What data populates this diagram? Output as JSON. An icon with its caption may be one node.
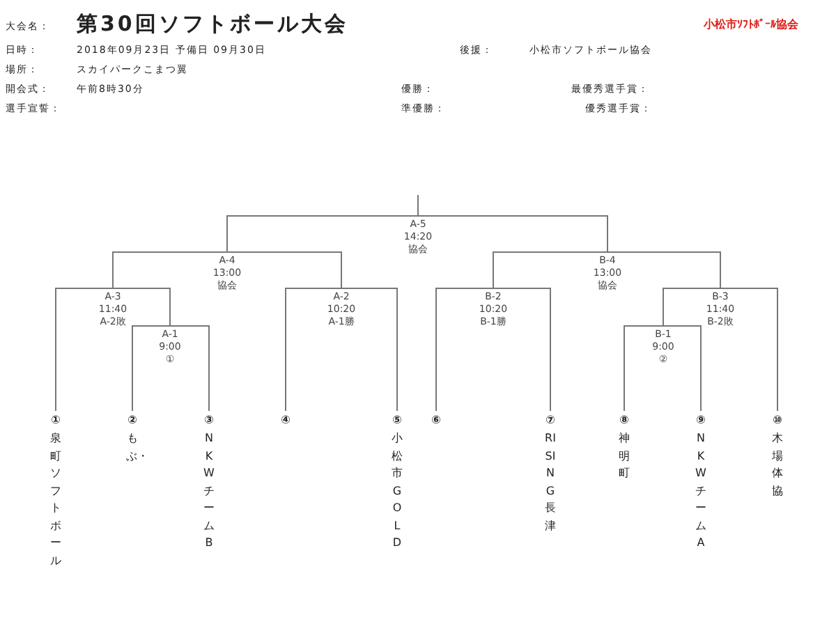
{
  "diagram": {
    "title": "第30回ソフトボール大会",
    "nodes": [
      {
        "text": [
          "①",
          "泉町ソフトボール"
        ]
      },
      {
        "text": [
          "②",
          "もぶ・"
        ]
      },
      {
        "text": [
          "③",
          "NKWチームB"
        ]
      },
      {
        "text": [
          "④"
        ]
      },
      {
        "text": [
          "⑤",
          "小松市GOLD"
        ]
      },
      {
        "text": [
          "⑥"
        ]
      },
      {
        "text": [
          "⑦",
          "RISING長津"
        ]
      },
      {
        "text": [
          "⑧",
          "神明町"
        ]
      },
      {
        "text": [
          "⑨",
          "NKWチームA"
        ]
      },
      {
        "text": [
          "⑩",
          "木場体協"
        ]
      },
      {
        "text": [
          "A-1",
          "9:00",
          "①"
        ]
      },
      {
        "text": [
          "A-3",
          "11:40",
          "A-2敗"
        ]
      },
      {
        "text": [
          "A-2",
          "10:20",
          "A-1勝"
        ]
      },
      {
        "text": [
          "A-4",
          "13:00",
          "協会"
        ]
      },
      {
        "text": [
          "A-5",
          "14:20",
          "協会"
        ]
      },
      {
        "text": [
          "B-2",
          "10:20",
          "B-1勝"
        ]
      },
      {
        "text": [
          "B-1",
          "9:00",
          "②"
        ]
      },
      {
        "text": [
          "B-3",
          "11:40",
          "B-2敗"
        ]
      },
      {
        "text": [
          "B-4",
          "13:00",
          "協会"
        ]
      }
    ],
    "edges": [
      {
        "from": 0,
        "to": 11,
        "arrow": "none"
      },
      {
        "from": 1,
        "to": 10,
        "arrow": "none"
      },
      {
        "from": 2,
        "to": 10,
        "arrow": "none"
      },
      {
        "from": 10,
        "to": 11,
        "arrow": "none"
      },
      {
        "from": 11,
        "to": 13,
        "arrow": "none"
      },
      {
        "from": 3,
        "to": 12,
        "arrow": "none"
      },
      {
        "from": 4,
        "to": 12,
        "arrow": "none"
      },
      {
        "from": 12,
        "to": 13,
        "arrow": "none"
      },
      {
        "from": 13,
        "to": 14,
        "arrow": "none"
      },
      {
        "from": 5,
        "to": 15,
        "arrow": "none"
      },
      {
        "from": 6,
        "to": 15,
        "arrow": "none"
      },
      {
        "from": 15,
        "to": 18,
        "arrow": "none"
      },
      {
        "from": 7,
        "to": 16,
        "arrow": "none"
      },
      {
        "from": 8,
        "to": 16,
        "arrow": "none"
      },
      {
        "from": 16,
        "to": 17,
        "arrow": "none"
      },
      {
        "from": 9,
        "to": 17,
        "arrow": "none"
      },
      {
        "from": 17,
        "to": 18,
        "arrow": "none"
      },
      {
        "from": 18,
        "to": 14,
        "arrow": "none"
      },
      {
        "from": 14,
        "to": null,
        "arrow": "none"
      }
    ],
    "labels": [
      "大会名：",
      "小松市ｿﾌﾄﾎﾞｰﾙ協会",
      "日時：",
      "2018年09月23日 予備日 09月30日",
      "後援：",
      "小松市ソフトボール協会",
      "場所：",
      "スカイパークこまつ翼",
      "開会式：",
      "午前8時30分",
      "優勝：",
      "最優秀選手賞：",
      "選手宣誓：",
      "準優勝：",
      "優秀選手賞："
    ]
  }
}
